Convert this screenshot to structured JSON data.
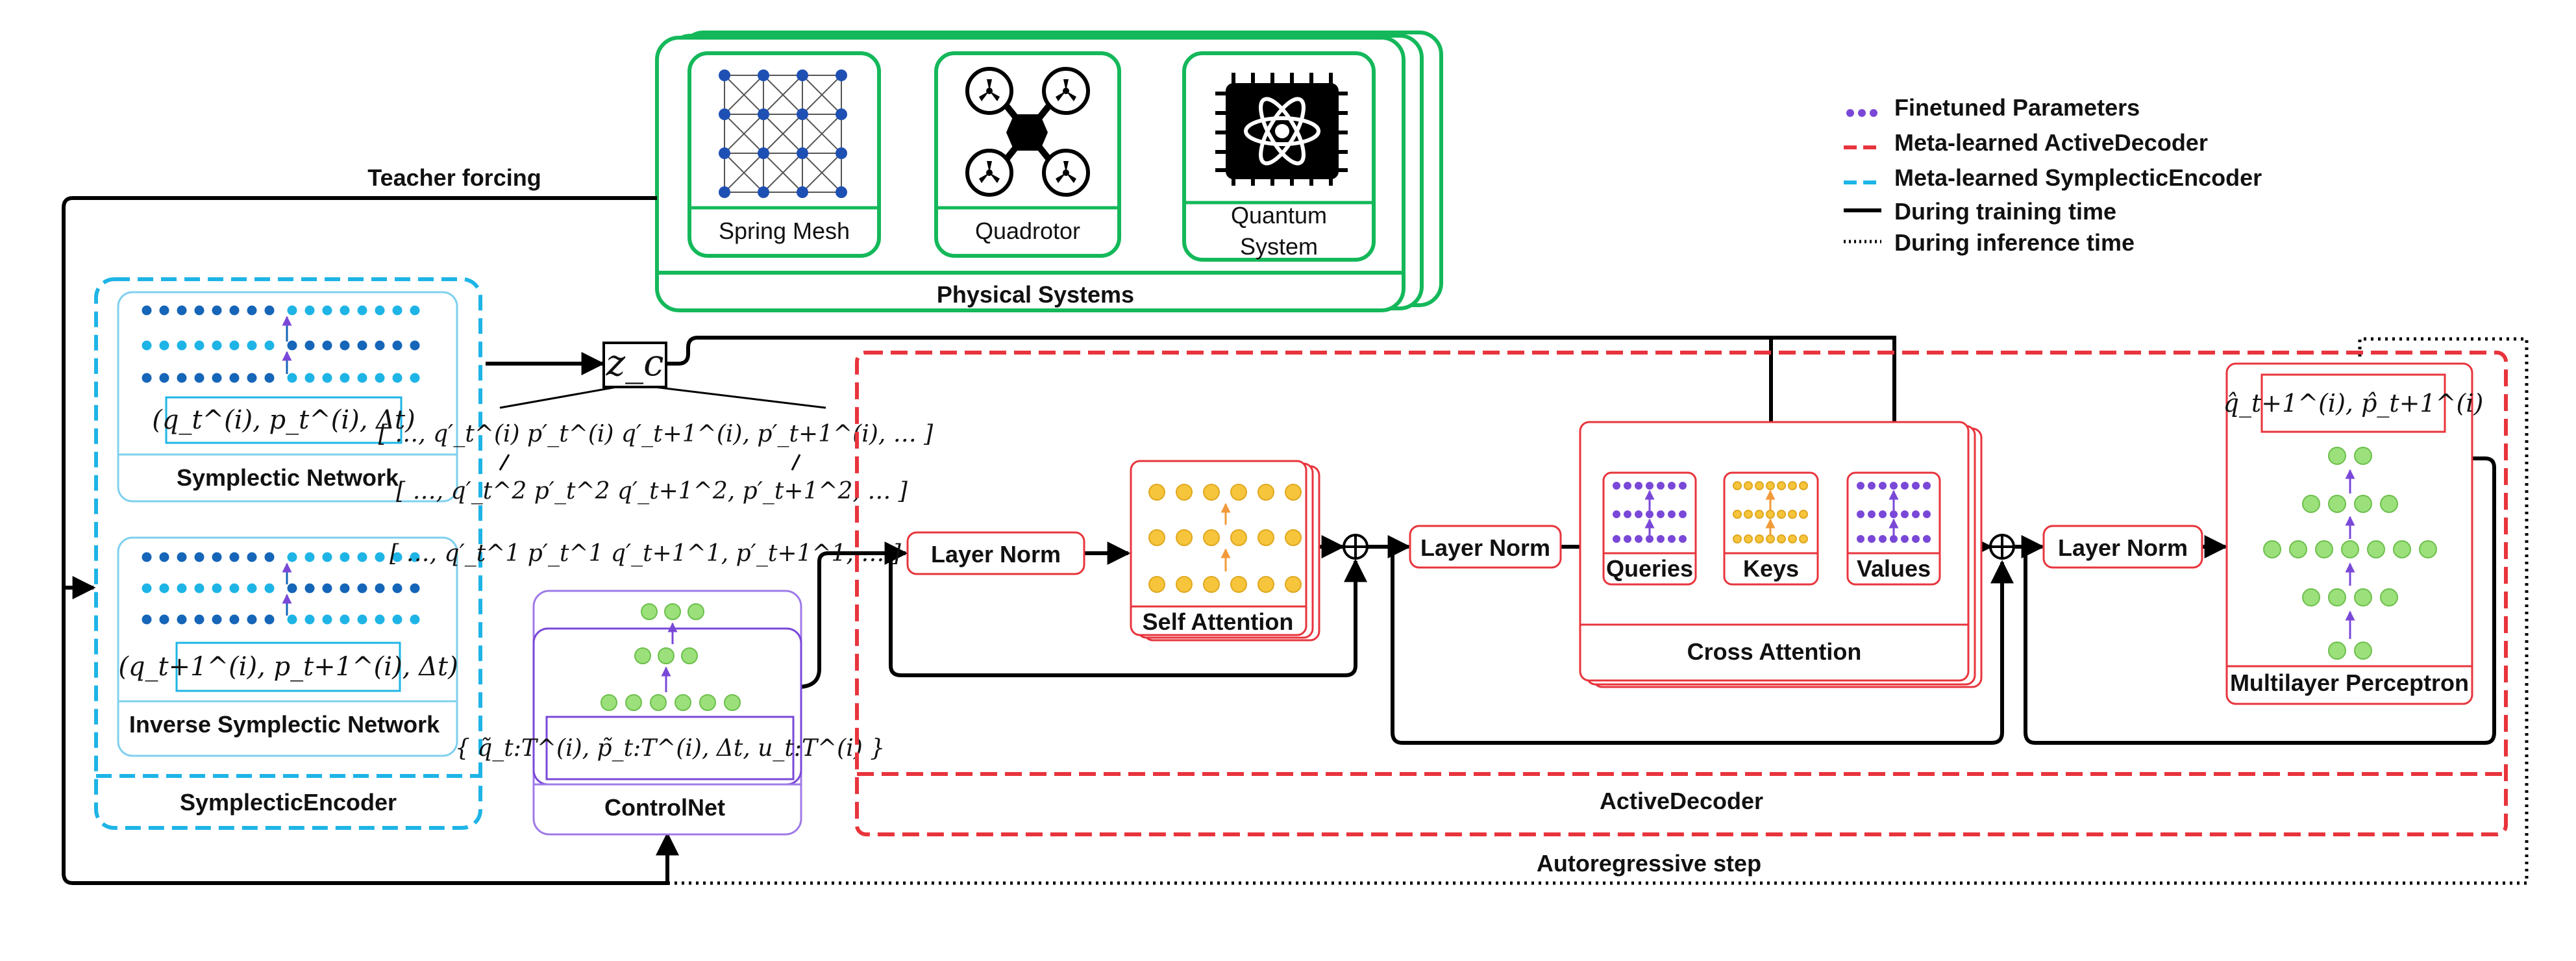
{
  "legend": {
    "finetuned": "Finetuned Parameters",
    "decoder": "Meta-learned ActiveDecoder",
    "encoder": "Meta-learned SymplecticEncoder",
    "training": "During training time",
    "inference": "During inference time"
  },
  "physical": {
    "title": "Physical Systems",
    "spring": "Spring Mesh",
    "quadrotor": "Quadrotor",
    "quantum_1": "Quantum",
    "quantum_2": "System"
  },
  "flows": {
    "teacher_forcing": "Teacher forcing",
    "autoregressive": "Autoregressive step"
  },
  "encoder": {
    "title": "SymplecticEncoder",
    "net1": "Symplectic Network",
    "net2": "Inverse Symplectic Network",
    "in1": "(q_t^(i), p_t^(i), Δt)",
    "in2": "(q_t+1^(i), p_t+1^(i), Δt)"
  },
  "latent": {
    "zc": "z_c",
    "row1": "[ …, q′_t^(i) p′_t^(i) q′_t+1^(i), p′_t+1^(i), … ]",
    "row2": "[ …, q′_t^2 p′_t^2 q′_t+1^2, p′_t+1^2, … ]",
    "row3": "[ …, q′_t^1 p′_t^1 q′_t+1^1, p′_t+1^1, … ]"
  },
  "controlnet": {
    "title": "ControlNet",
    "input": "{ q̃_t:T^(i), p̃_t:T^(i), Δt, u_t:T^(i) }"
  },
  "decoder": {
    "title": "ActiveDecoder",
    "layer_norm": "Layer Norm",
    "self_attention": "Self Attention",
    "cross_attention": "Cross Attention",
    "queries": "Queries",
    "keys": "Keys",
    "values": "Values",
    "mlp": "Multilayer Perceptron",
    "output": "q̂_t+1^(i), p̂_t+1^(i)"
  },
  "colors": {
    "green": "#14b85a",
    "cyan": "#1eb4e6",
    "red": "#e8343c",
    "purple": "#7a48d8",
    "yellow": "#f6c53c",
    "lightgreen": "#9be07a",
    "orange": "#f29a3a"
  }
}
